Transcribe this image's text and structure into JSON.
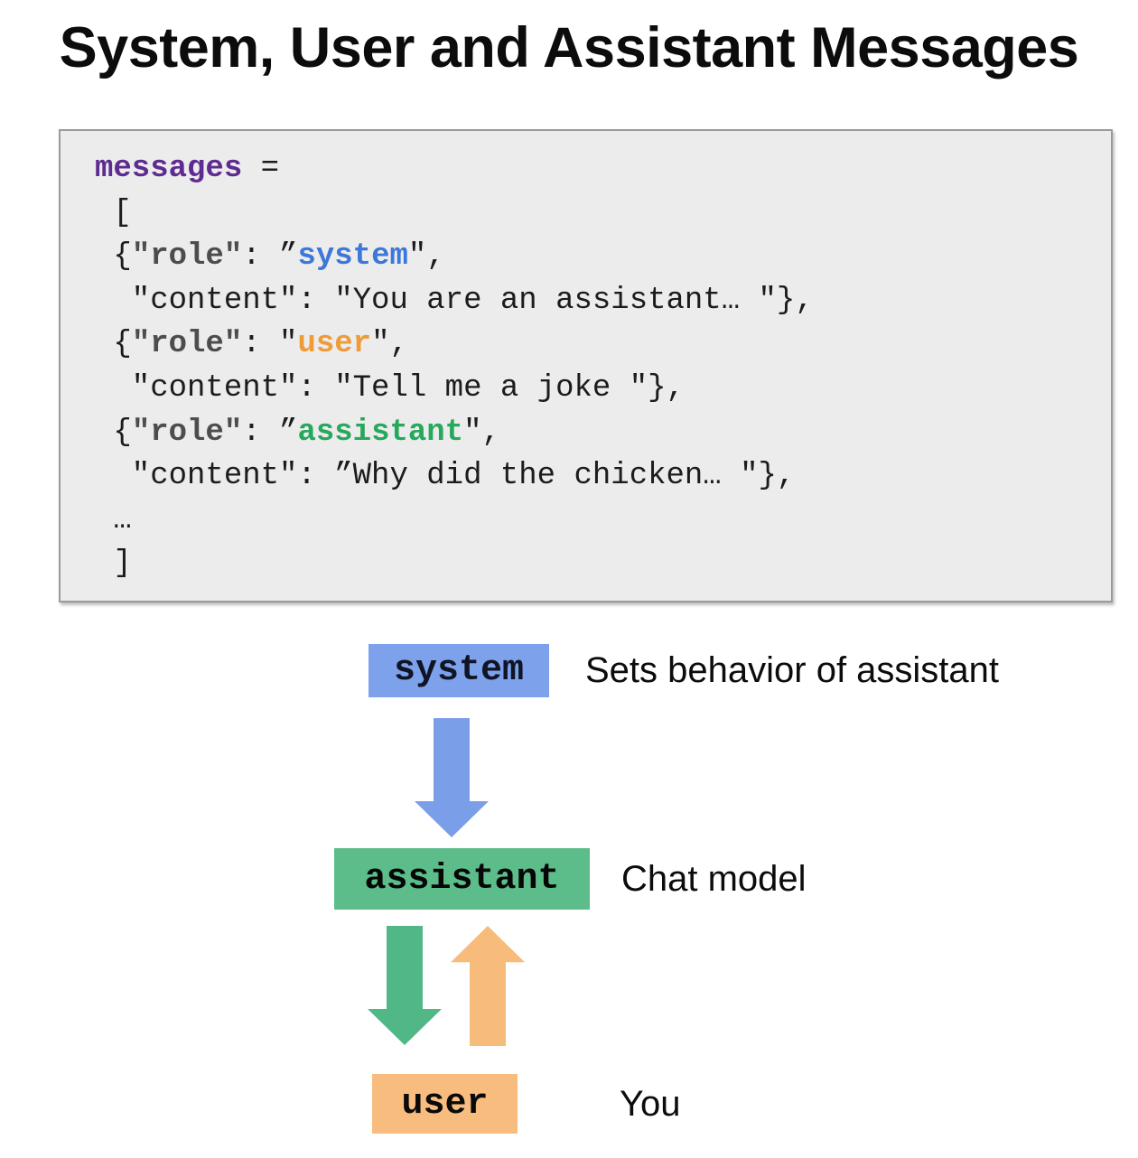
{
  "title": "System, User and Assistant Messages",
  "code": {
    "lines": [
      [
        {
          "t": "messages",
          "c": "var"
        },
        {
          "t": " ="
        }
      ],
      [
        {
          "t": " ["
        }
      ],
      [
        {
          "t": " {"
        },
        {
          "t": "\"role\"",
          "c": "key"
        },
        {
          "t": ": ”"
        },
        {
          "t": "system",
          "c": "system"
        },
        {
          "t": "\","
        }
      ],
      [
        {
          "t": "  \"content\": \"You are an assistant… \"},"
        }
      ],
      [
        {
          "t": " {"
        },
        {
          "t": "\"role\"",
          "c": "key"
        },
        {
          "t": ": \""
        },
        {
          "t": "user",
          "c": "user"
        },
        {
          "t": "\","
        }
      ],
      [
        {
          "t": "  \"content\": \"Tell me a joke \"},"
        }
      ],
      [
        {
          "t": " {"
        },
        {
          "t": "\"role\"",
          "c": "key"
        },
        {
          "t": ": ”"
        },
        {
          "t": "assistant",
          "c": "assistant"
        },
        {
          "t": "\","
        }
      ],
      [
        {
          "t": "  \"content\": ”Why did the chicken… \"},"
        }
      ],
      [
        {
          "t": " …"
        }
      ],
      [
        {
          "t": " ]"
        }
      ]
    ]
  },
  "diagram": {
    "nodes": [
      {
        "label": "system",
        "description": "Sets behavior of assistant",
        "fill": "#7da2eb"
      },
      {
        "label": "assistant",
        "description": "Chat model",
        "fill": "#5cbd8b"
      },
      {
        "label": "user",
        "description": "You",
        "fill": "#f8bd7e"
      }
    ],
    "arrows": [
      {
        "name": "system-to-assistant",
        "direction": "down",
        "color": "#7b9ee9"
      },
      {
        "name": "assistant-to-user",
        "direction": "down",
        "color": "#52b787"
      },
      {
        "name": "user-to-assistant",
        "direction": "up",
        "color": "#f7bc7c"
      }
    ]
  },
  "colors": {
    "code_variable": "#5e2b91",
    "code_key": "#4d4d4d",
    "code_system": "#3c78d9",
    "code_user": "#ef9b38",
    "code_assistant": "#27a85c",
    "code_text": "#1c1c1c",
    "code_background": "#ececec",
    "code_border": "#9a9a9a"
  }
}
